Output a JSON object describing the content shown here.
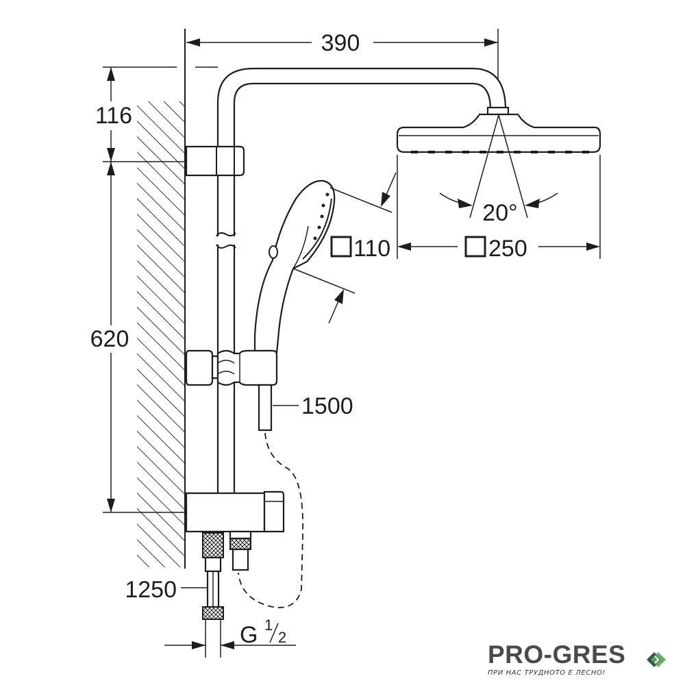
{
  "dimensions": {
    "total_width": "390",
    "top_offset": "116",
    "bar_length": "620",
    "hose_length": "1500",
    "supply_length": "1250",
    "hand_shower_size": "110",
    "head_shower_size": "250",
    "tilt_angle": "20°",
    "thread_prefix": "G",
    "thread_numerator": "1",
    "thread_denominator": "2"
  },
  "logo": {
    "brand": "PRO-GRES",
    "tagline": "ПРИ НАС ТРУДНОТО Е ЛЕСНО!",
    "colors": {
      "brand": "#4a4a4a",
      "accent_dark": "#2f5e3c",
      "accent_light": "#5fa35f"
    }
  },
  "colors": {
    "line": "#1d1d1b",
    "background": "#ffffff"
  }
}
